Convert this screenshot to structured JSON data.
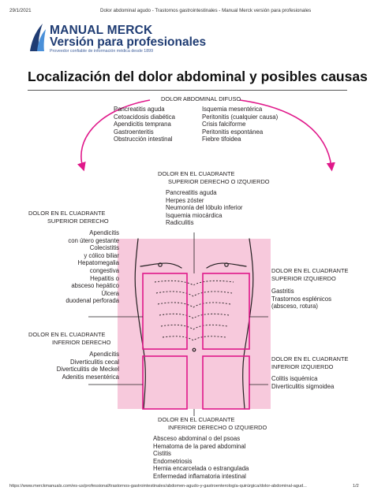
{
  "browser_header": {
    "date": "29/1/2021",
    "page_title": "Dolor abdominal agudo - Trastornos gastrointestinales - Manual Merck versión para profesionales"
  },
  "brand": {
    "name": "MANUAL MERCK",
    "subtitle": "Versión para profesionales",
    "tagline": "Proveedor confiable de información médica desde 1899",
    "color": "#1f3c73",
    "accent": "#4a90d9"
  },
  "figure": {
    "title": "Localización del dolor abdominal y posibles causas",
    "diffuse": {
      "label": "DOLOR ABDOMINAL DIFUSO",
      "left": [
        "Pancreatitis aguda",
        "Cetoacidosis diabética",
        "Apendicitis temprana",
        "Gastroenteritis",
        "Obstrucción intestinal"
      ],
      "right": [
        "Isquemia mesentérica",
        "Peritonitis (cualquier causa)",
        "Crisis falciforme",
        "Peritonitis espontánea",
        "Fiebre tifoidea"
      ]
    },
    "upper_center": {
      "label_line1": "DOLOR EN EL CUADRANTE",
      "label_line2": "SUPERIOR DERECHO O IZQUIERDO",
      "items": [
        "Pancreatitis aguda",
        "Herpes zóster",
        "Neumonía del lóbulo inferior",
        "Isquemia miocárdica",
        "Radiculitis"
      ]
    },
    "upper_right_side": {
      "label_line1": "DOLOR EN EL CUADRANTE",
      "label_line2": "SUPERIOR DERECHO",
      "items": [
        "Apendicitis",
        "con útero gestante",
        "Colecistitis",
        "y cólico biliar",
        "Hepatomegalia",
        "congestiva",
        "Hepatitis o",
        "absceso hepático",
        "Úlcera",
        "duodenal perforada"
      ]
    },
    "upper_left_side": {
      "label_line1": "DOLOR EN EL CUADRANTE",
      "label_line2": "SUPERIOR IZQUIERDO",
      "items": [
        "Gastritis",
        "Trastornos esplénicos",
        "(absceso, rotura)"
      ]
    },
    "lower_right_side": {
      "label_line1": "DOLOR EN EL CUADRANTE",
      "label_line2": "INFERIOR DERECHO",
      "items": [
        "Apendicitis",
        "Diverticulitis cecal",
        "Diverticulitis de Meckel",
        "Adenitis mesentérica"
      ]
    },
    "lower_left_side": {
      "label_line1": "DOLOR EN EL CUADRANTE",
      "label_line2": "INFERIOR IZQUIERDO",
      "items": [
        "Colitis isquémica",
        "Diverticulitis sigmoidea"
      ]
    },
    "lower_center": {
      "label_line1": "DOLOR EN EL CUADRANTE",
      "label_line2": "INFERIOR DERECHO O IZQUIERDO",
      "items": [
        "Absceso abdominal o del psoas",
        "Hematoma de la pared abdominal",
        "Cistitis",
        "Endometriosis",
        "Hernia encarcelada o estrangulada",
        "Enfermedad inflamatoria intestinal"
      ]
    },
    "colors": {
      "torso_fill": "#f7c9dc",
      "quadrant_box": "#e0188a",
      "arrow": "#e0188a",
      "outline": "#231f20"
    }
  },
  "footer": {
    "url": "https://www.merckmanuals.com/es-us/professional/trastornos-gastrointestinales/abdomen-agudo-y-gastroenterología-quirúrgica/dolor-abdominal-agud...",
    "page": "1/2"
  }
}
